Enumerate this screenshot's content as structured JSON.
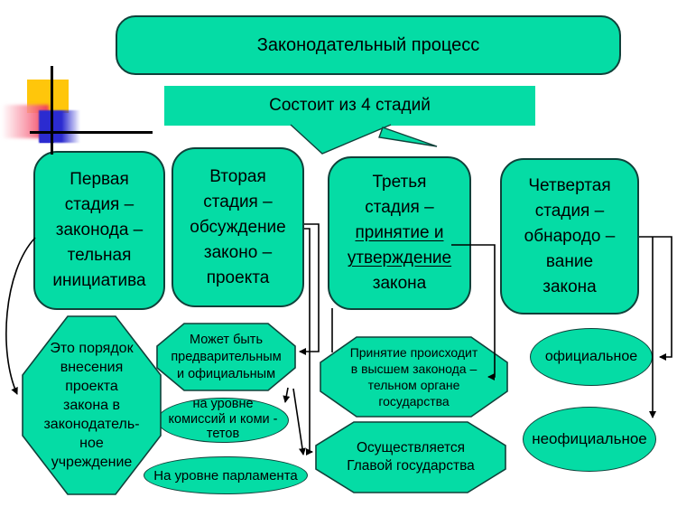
{
  "slide": {
    "title": "Законодательный процесс",
    "subtitle": "Состоит из 4 стадий"
  },
  "stages": [
    {
      "label": "Первая\nстадия –\nзаконода –\nтельная\nинициатива"
    },
    {
      "label": "Вторая\nстадия –\nобсуждение\nзаконо –\nпроекта"
    },
    {
      "top": "Третья\nстадия –",
      "underlined": "принятие и\nутверждение",
      "bottom": "закона"
    },
    {
      "label": "Четвертая\nстадия –\nобнародо –\nвание\nзакона"
    }
  ],
  "notes": {
    "initiative": "Это порядок\nвнесения\nпроекта\nзакона в\nзаконодатель-\nное\nучреждение",
    "discussion_types": "Может быть\nпредварительным\nи официальным",
    "commissions": "на уровне\nкомиссий и коми -\nтетов",
    "parliament": "На уровне парламента",
    "adoption": "Принятие происходит\nв высшем законода –\nтельном органе\nгосударства",
    "head_of_state": "Осуществляется\nГлавой государства",
    "official": "официальное",
    "unofficial": "неофициальное"
  },
  "colors": {
    "shape_fill": "#05DCA5",
    "shape_border": "#10413A",
    "connector": "#000000",
    "accent_yellow": "#FFC60B",
    "accent_blue": "#2B2BD0",
    "accent_pink": "#F23B55"
  }
}
